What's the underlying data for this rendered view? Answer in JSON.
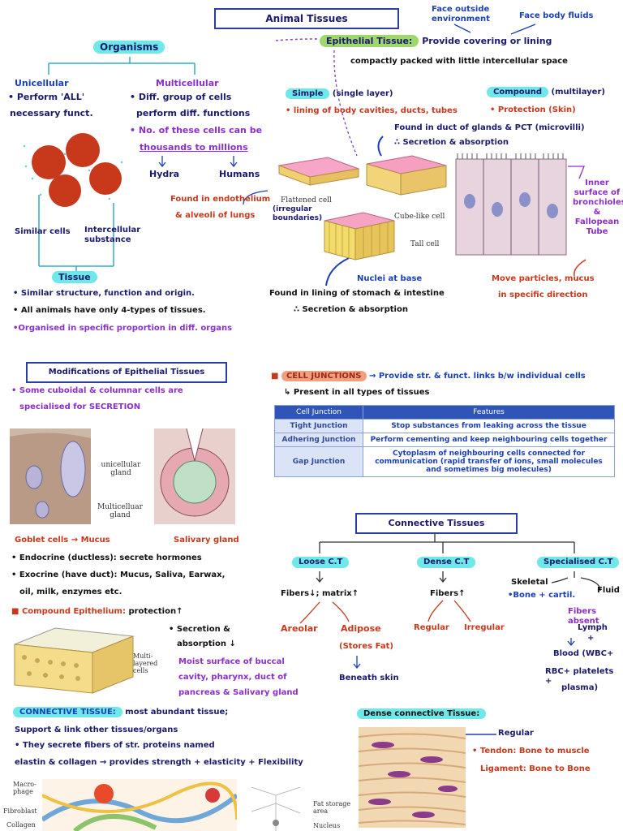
{
  "top": {
    "title": "Animal Tissues",
    "organisms": "Organisms",
    "unicellular": {
      "title": "Unicellular",
      "l1": "• Perform 'ALL'",
      "l2": "necessary funct."
    },
    "multicellular": {
      "title": "Multicellular",
      "l1": "• Diff. group of cells",
      "l2": "perform diff. functions",
      "l3": "• No. of these cells can be",
      "l4": "thousands to millions",
      "hydra": "Hydra",
      "humans": "Humans"
    },
    "cells_labels": {
      "similar": "Similar cells",
      "intercellular": "Intercellular substance"
    },
    "tissue": {
      "title": "Tissue",
      "b1": "• Similar structure, function and origin.",
      "b2": "• All animals have only 4-types of tissues.",
      "b3": "•Organised in specific proportion in diff. organs"
    },
    "face_outside": "Face outside environment",
    "face_body": "Face body fluids",
    "epithelial": {
      "label": "Epithelial Tissue:",
      "desc1": "Provide covering or lining",
      "desc2": "compactly packed  with little intercellular space"
    },
    "simple": {
      "label": "Simple",
      "sub": "(single layer)",
      "b1": "• lining of body cavities, ducts, tubes"
    },
    "compound": {
      "label": "Compound",
      "sub": "(multilayer)",
      "b1": "• Protection (Skin)"
    },
    "cuboidal_note": {
      "l1": "Found in duct of glands & PCT (microvilli)",
      "l2": "∴ Secretion & absorption"
    },
    "squamous_note": {
      "l1": "Found in endothelium",
      "l2": "& alveoli of lungs"
    },
    "irregular": {
      "l1": "(irregular",
      "l2": "boundaries)"
    },
    "flattened_cell": "Flattened cell",
    "cubelike_cell": "Cube-like cell",
    "tall_cell": "Tall cell",
    "nuclei_base": "Nuclei at base",
    "columnar_note": {
      "l1": "Found in lining of stomach & intestine",
      "l2": "∴ Secretion & absorption"
    },
    "ciliated_note": {
      "l1": "Inner",
      "l2": "surface of",
      "l3": "bronchioles",
      "l4": "& Fallopean",
      "l5": "Tube"
    },
    "move_particles": {
      "l1": "Move particles, mucus",
      "l2": "in specific direction"
    }
  },
  "mods": {
    "title": "Modifications of Epithelial Tissues",
    "l1": "• Some cuboidal & columnar cells are",
    "l2": "specialised for SECRETION",
    "unicellular_gland": "unicellular gland",
    "multicellular_gland": "Multicelluar gland",
    "goblet": "Goblet cells → Mucus",
    "salivary": "Salivary gland",
    "endocrine": "• Endocrine (ductless): secrete hormones",
    "exocrine1": "• Exocrine (have duct): Mucus, Saliva, Earwax,",
    "exocrine2": "oil, milk, enzymes etc.",
    "compound_epi": "Compound Epithelium:",
    "compound_epi_desc": "protection↑",
    "sec1": "• Secretion &",
    "sec2": "absorption ↓",
    "multilayered": "Multi-layered cells",
    "moist1": "Moist surface of buccal",
    "moist2": "cavity, pharynx, duct of",
    "moist3": "pancreas & Salivary gland"
  },
  "junctions": {
    "label": "CELL JUNCTIONS",
    "desc": "→ Provide str. & funct. links b/w individual cells",
    "present": "Present in all types of tissues",
    "headers": [
      "Cell Junction",
      "Features"
    ],
    "rows": [
      [
        "Tight Junction",
        "Stop substances from leaking across the tissue"
      ],
      [
        "Adhering Junction",
        "Perform cementing and keep neighbouring cells together"
      ],
      [
        "Gap Junction",
        "Cytoplasm of neighbouring cells connected for communication (rapid transfer of ions, small molecules and sometimes big molecules)"
      ]
    ]
  },
  "connective": {
    "title": "Connective Tissues",
    "loose": "Loose C.T",
    "dense": "Dense C.T",
    "specialised": "Specialised C.T",
    "fibers_matrix": "Fibers↓; matrix↑",
    "fibers_up": "Fibers↑",
    "areolar": "Areolar",
    "adipose": "Adipose",
    "stores_fat": "(Stores Fat)",
    "beneath_skin": "Beneath skin",
    "regular": "Regular",
    "irregular": "Irregular",
    "skeletal": "Skeletal",
    "bone_cartil": "•Bone + cartil.",
    "fluid": "Fluid",
    "fibers_absent": "Fibers absent",
    "lymph": "Lymph",
    "plus": "+",
    "blood": "Blood (WBC+",
    "rbc": "RBC+ platelets +",
    "plasma": "plasma)"
  },
  "ct_desc": {
    "label": "CONNECTIVE TISSUE:",
    "l1": "most abundant tissue;",
    "l2": "Support & link other tissues/organs",
    "l3": "• They secrete fibers of str. proteins named",
    "l4": "elastin & collagen → provides strength + elasticity + Flexibility",
    "macrophage": "Macro-phage",
    "fibroblast": "Fibroblast",
    "collagen": "Collagen",
    "fat_storage": "Fat storage area",
    "nucleus": "Nucleus"
  },
  "dense_ct": {
    "label": "Dense connective Tissue:",
    "regular": "Regular",
    "tendon": "• Tendon: Bone to muscle",
    "ligament": "Ligament: Bone to Bone"
  }
}
